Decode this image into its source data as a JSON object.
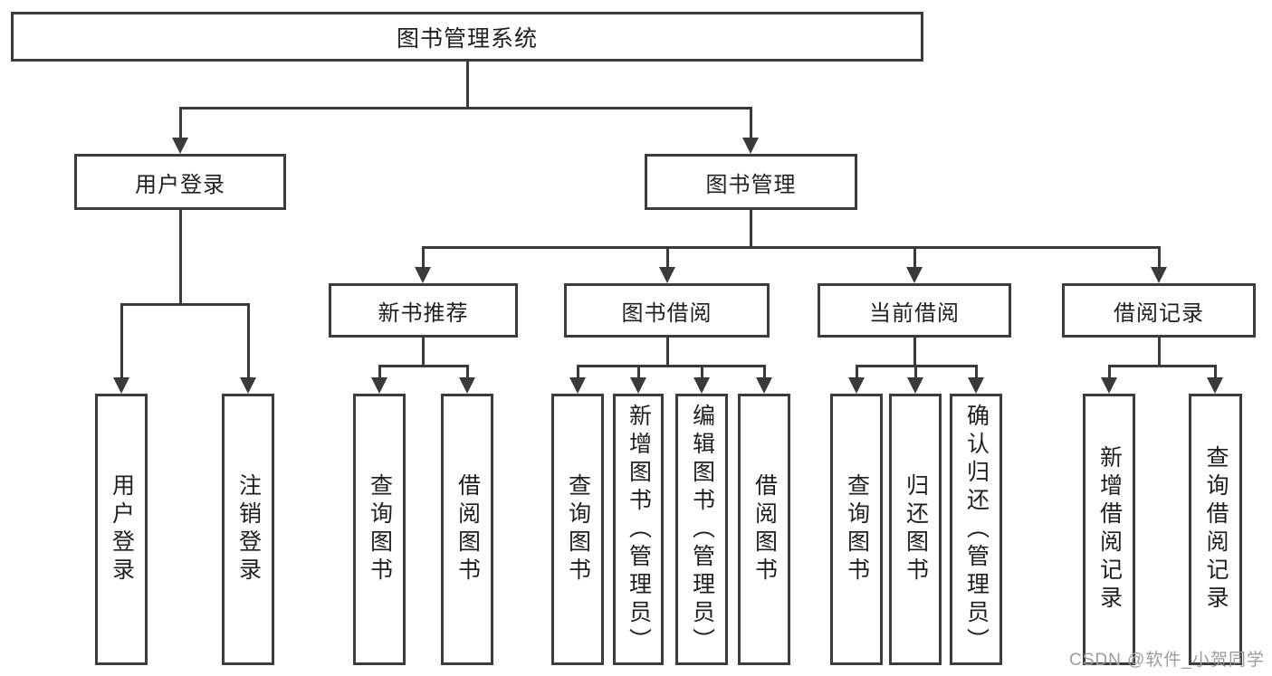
{
  "diagram_type": "hierarchy",
  "colors": {
    "background": "#ffffff",
    "box_border": "#3c3c3c",
    "connector_line": "#3a3a3a",
    "text": "#1f1f1f",
    "watermark": "#9c9c9c"
  },
  "tree": {
    "label": "图书管理系统",
    "children": [
      {
        "label": "用户登录",
        "children": [
          {
            "label": "用户登录"
          },
          {
            "label": "注销登录"
          }
        ]
      },
      {
        "label": "图书管理",
        "children": [
          {
            "label": "新书推荐",
            "children": [
              {
                "label": "查询图书"
              },
              {
                "label": "借阅图书"
              }
            ]
          },
          {
            "label": "图书借阅",
            "children": [
              {
                "label": "查询图书"
              },
              {
                "label": "新增图书（管理员）"
              },
              {
                "label": "编辑图书（管理员）"
              },
              {
                "label": "借阅图书"
              }
            ]
          },
          {
            "label": "当前借阅",
            "children": [
              {
                "label": "查询图书"
              },
              {
                "label": "归还图书"
              },
              {
                "label": "确认归还（管理员）"
              }
            ]
          },
          {
            "label": "借阅记录",
            "children": [
              {
                "label": "新增借阅记录"
              },
              {
                "label": "查询借阅记录"
              }
            ]
          }
        ]
      }
    ]
  },
  "watermark": "CSDN @软件_小贺同学"
}
